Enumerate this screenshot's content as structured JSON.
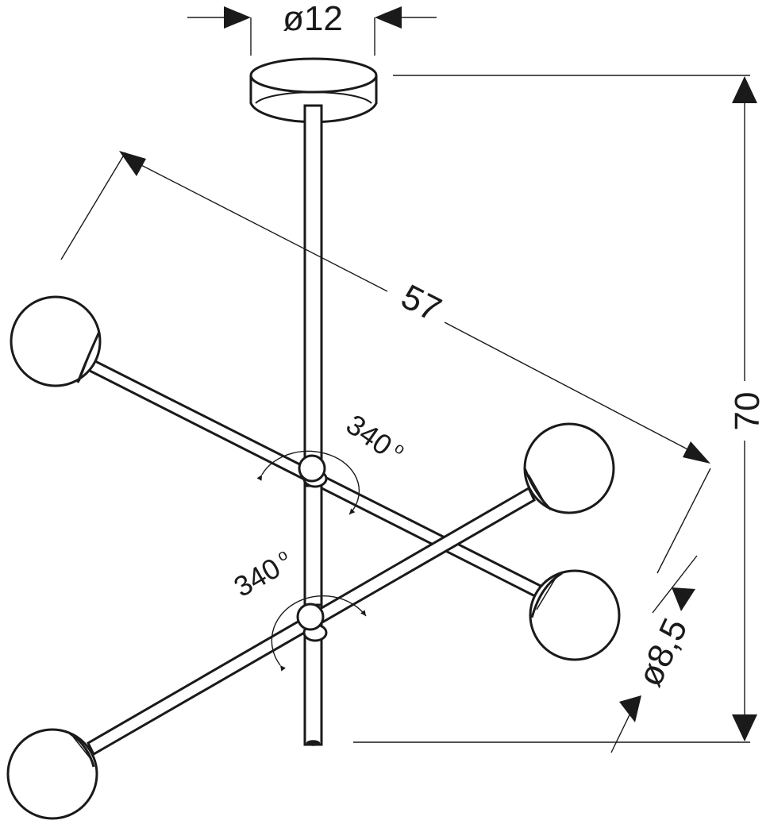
{
  "dimensions": {
    "canopy_diameter": "ø12",
    "span": "57",
    "height": "70",
    "globe_diameter": "ø8,5"
  },
  "rotation": {
    "upper_joint": "340",
    "lower_joint": "340",
    "unit_mark": "o"
  }
}
